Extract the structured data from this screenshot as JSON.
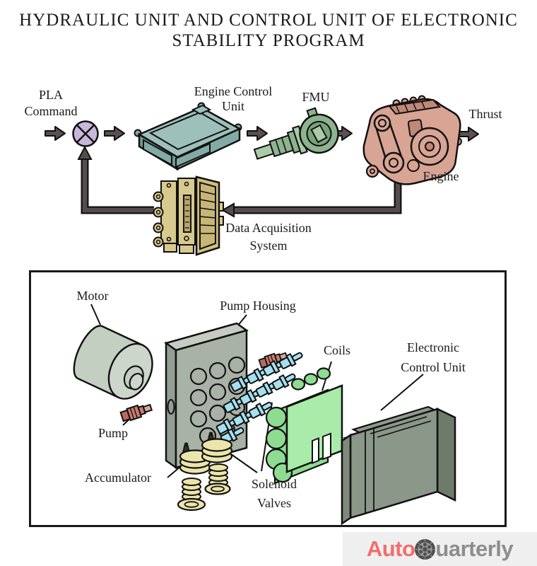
{
  "title": {
    "line1": "HYDRAULIC UNIT AND CONTROL UNIT OF ELECTRONIC",
    "line2": "STABILITY PROGRAM"
  },
  "flow_diagram": {
    "pla_command": {
      "line1": "PLA",
      "line2": "Command"
    },
    "engine_control_unit": {
      "line1": "Engine Control",
      "line2": "Unit"
    },
    "fmu": "FMU",
    "engine": "Engine",
    "thrust": "Thrust",
    "data_acquisition": {
      "line1": "Data Acquisition",
      "line2": "System"
    }
  },
  "hydraulic_unit_diagram": {
    "motor": "Motor",
    "pump_housing": "Pump Housing",
    "pump": "Pump",
    "accumulator": "Accumulator",
    "solenoid_valves": {
      "line1": "Solenoid",
      "line2": "Valves"
    },
    "coils": "Coils",
    "electronic_control_unit": {
      "line1": "Electronic",
      "line2": "Control Unit"
    }
  },
  "logo": {
    "auto": "Auto",
    "rest": "uarterly"
  },
  "colors": {
    "summing_junction_lavender": "#c9b7d9",
    "flow_arrow_dark": "#5a5052",
    "ecu_teal": "#85aca6",
    "fmu_green": "#8cb48e",
    "engine_salmon": "#d8a493",
    "das_tan": "#d8c98e",
    "motor_gray_green": "#c6d1c4",
    "housing_gray": "#a9b2a7",
    "pump_salmon": "#cc7b6e",
    "solenoid_blue": "#a5e0f0",
    "coils_green": "#a9eba9",
    "control_unit_sage": "#8b9788",
    "accumulator_cream": "#ece5ab",
    "logo_auto_pink": "#f26e6e",
    "logo_gray": "#8d8d8d",
    "logo_strip_bg": "#f0eff0"
  }
}
